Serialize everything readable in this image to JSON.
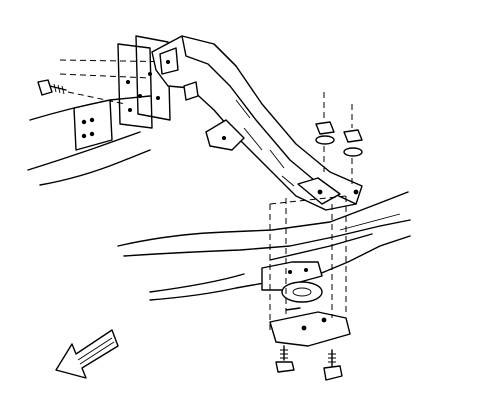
{
  "diagram": {
    "kind": "exploded-assembly-illustration",
    "labels": [],
    "icons": [
      "frame-rail",
      "crossmember-bracket",
      "mounting-plate",
      "transmission-mount",
      "bolt",
      "nut",
      "washer",
      "front-direction-arrow"
    ]
  }
}
